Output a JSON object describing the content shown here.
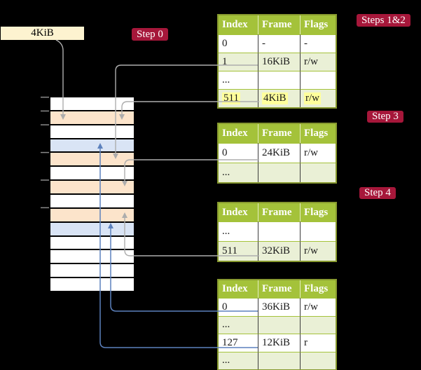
{
  "frame_label": {
    "text": "4KiB"
  },
  "badges": {
    "step0": "Step 0",
    "steps12": "Steps 1&2",
    "step3": "Step 3",
    "step4": "Step 4"
  },
  "memory_column": {
    "rows": [
      {
        "fill": "white"
      },
      {
        "fill": "orange"
      },
      {
        "fill": "white"
      },
      {
        "fill": "blue"
      },
      {
        "fill": "orange"
      },
      {
        "fill": "white"
      },
      {
        "fill": "orange"
      },
      {
        "fill": "white"
      },
      {
        "fill": "orange"
      },
      {
        "fill": "blue"
      },
      {
        "fill": "white"
      },
      {
        "fill": "white"
      },
      {
        "fill": "white"
      },
      {
        "fill": "white"
      }
    ]
  },
  "page_tables": [
    {
      "id": "pt1",
      "headers": [
        "Index",
        "Frame",
        "Flags"
      ],
      "rows": [
        {
          "cells": [
            "0",
            "-",
            "-"
          ],
          "shaded": false,
          "highlighted": false
        },
        {
          "cells": [
            "1",
            "16KiB",
            "r/w"
          ],
          "shaded": true,
          "highlighted": false
        },
        {
          "cells": [
            "...",
            "",
            ""
          ],
          "shaded": false,
          "highlighted": false
        },
        {
          "cells": [
            "511",
            "4KiB",
            "r/w"
          ],
          "shaded": true,
          "highlighted": true
        }
      ]
    },
    {
      "id": "pt2",
      "headers": [
        "Index",
        "Frame",
        "Flags"
      ],
      "rows": [
        {
          "cells": [
            "0",
            "24KiB",
            "r/w"
          ],
          "shaded": false,
          "highlighted": false
        },
        {
          "cells": [
            "...",
            "",
            ""
          ],
          "shaded": true,
          "highlighted": false
        }
      ]
    },
    {
      "id": "pt3",
      "headers": [
        "Index",
        "Frame",
        "Flags"
      ],
      "rows": [
        {
          "cells": [
            "...",
            "",
            ""
          ],
          "shaded": false,
          "highlighted": false
        },
        {
          "cells": [
            "511",
            "32KiB",
            "r/w"
          ],
          "shaded": true,
          "highlighted": false
        }
      ]
    },
    {
      "id": "pt4",
      "headers": [
        "Index",
        "Frame",
        "Flags"
      ],
      "rows": [
        {
          "cells": [
            "0",
            "36KiB",
            "r/w"
          ],
          "shaded": false,
          "highlighted": false
        },
        {
          "cells": [
            "...",
            "",
            ""
          ],
          "shaded": true,
          "highlighted": false
        },
        {
          "cells": [
            "127",
            "12KiB",
            "r"
          ],
          "shaded": false,
          "highlighted": false
        },
        {
          "cells": [
            "...",
            "",
            ""
          ],
          "shaded": true,
          "highlighted": false
        }
      ]
    }
  ],
  "colors": {
    "header_green": "#a4c23a",
    "row_green": "#eaf0d6",
    "border_olive": "#87992f",
    "highlight_yellow": "#ffff9c",
    "frame_orange": "#fce4cb",
    "frame_blue": "#d9e4f5",
    "badge_red": "#a6173a",
    "label_cream": "#fdf3d0",
    "arrow_gray": "#adadad",
    "arrow_blue": "#5c81bd"
  }
}
